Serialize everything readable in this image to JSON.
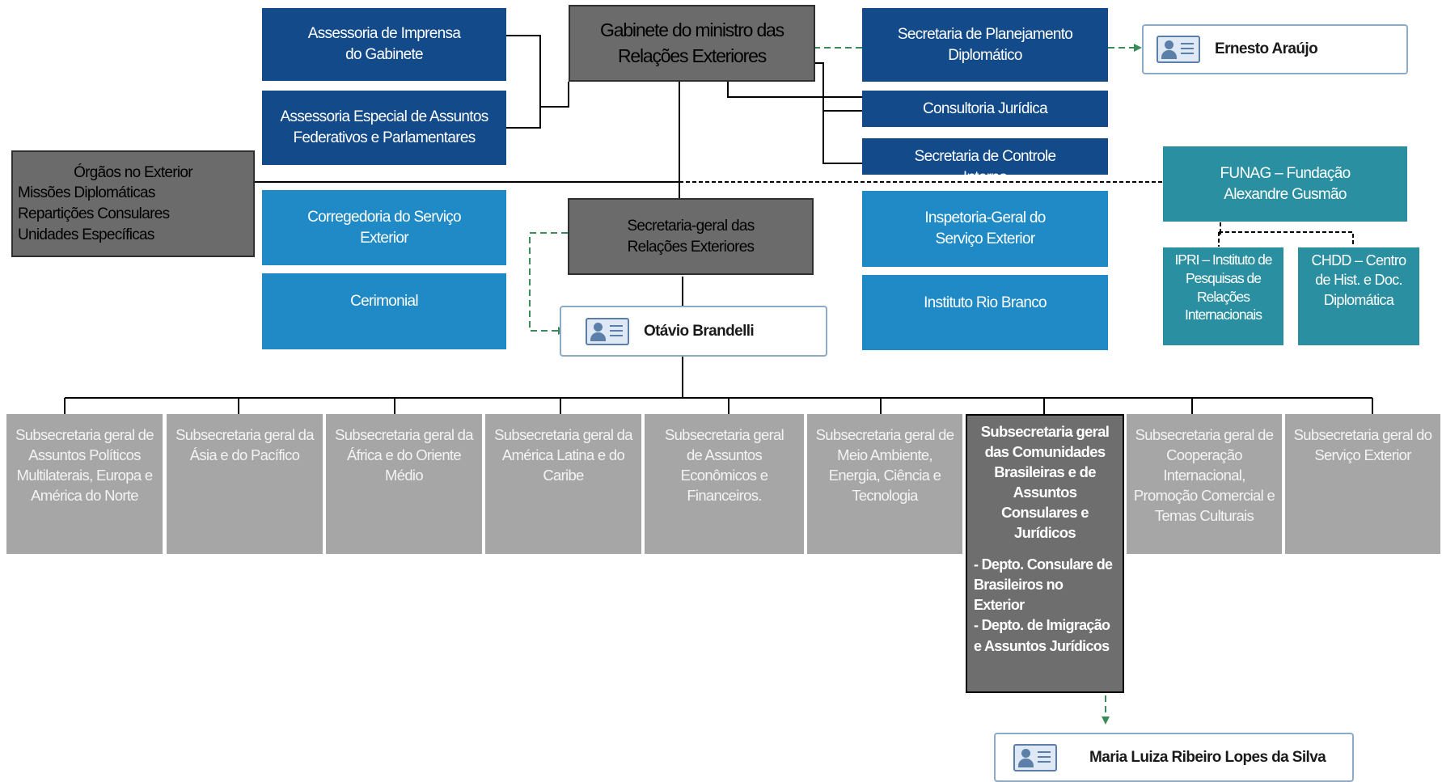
{
  "top": {
    "gabinete": "Gabinete do ministro das Relações Exteriores",
    "assessoria_imprensa": "Assessoria de Imprensa do Gabinete",
    "assessoria_especial": "Assessoria Especial de Assuntos Federativos e Parlamentares",
    "sec_planejamento": "Secretaria de Planejamento Diplomático",
    "consultoria": "Consultoria Jurídica",
    "sec_controle": "Secretaria de Controle Interno",
    "minister": "Ernesto Araújo"
  },
  "orgaos": {
    "title": "Órgãos no Exterior",
    "items": [
      "Missões Diplomáticas",
      "Repartições Consulares",
      "Unidades Específicas"
    ]
  },
  "middle": {
    "corregedoria": "Corregedoria do Serviço Exterior",
    "cerimonial": "Cerimonial",
    "secretaria_geral": "Secretaria-geral das Relações Exteriores",
    "secretary_general": "Otávio Brandelli",
    "inspetoria": "Inspetoria-Geral do Serviço Exterior",
    "irbr": "Instituto Rio Branco"
  },
  "funag": {
    "title": "FUNAG – Fundação Alexandre Gusmão",
    "ipri": "IPRI – Instituto de Pesquisas de Relações Internacionais",
    "chdd": "CHDD – Centro de Hist. e Doc. Diplomática"
  },
  "subsecretarias": [
    "Subsecretaria geral de Assuntos Políticos Multilaterais, Europa e América do Norte",
    "Subsecretaria geral da Ásia e do Pacífico",
    "Subsecretaria geral da África e do Oriente Médio",
    "Subsecretaria geral da América Latina e do Caribe",
    "Subsecretaria geral de Assuntos Econômicos e Financeiros.",
    "Subsecretaria geral de Meio Ambiente, Energia, Ciência e Tecnologia",
    "Subsecretaria geral das Comunidades Brasileiras e de Assuntos Consulares e Jurídicos",
    "Subsecretaria geral de Cooperação Internacional, Promoção Comercial e Temas Culturais",
    "Subsecretaria geral do Serviço Exterior"
  ],
  "selected_depts": [
    "- Depto. Consulare de Brasileiros no Exterior",
    "- Depto. de Imigração e Assuntos Jurídicos"
  ],
  "subsecretary": "Maria Luiza Ribeiro Lopes da Silva",
  "colors": {
    "navy": "#134a89",
    "blue": "#1f8ac5",
    "teal": "#2a8fa0",
    "dark_gray": "#6b6b6b",
    "light_gray": "#a6a6a6",
    "dashed_link": "#3a8a5a"
  }
}
